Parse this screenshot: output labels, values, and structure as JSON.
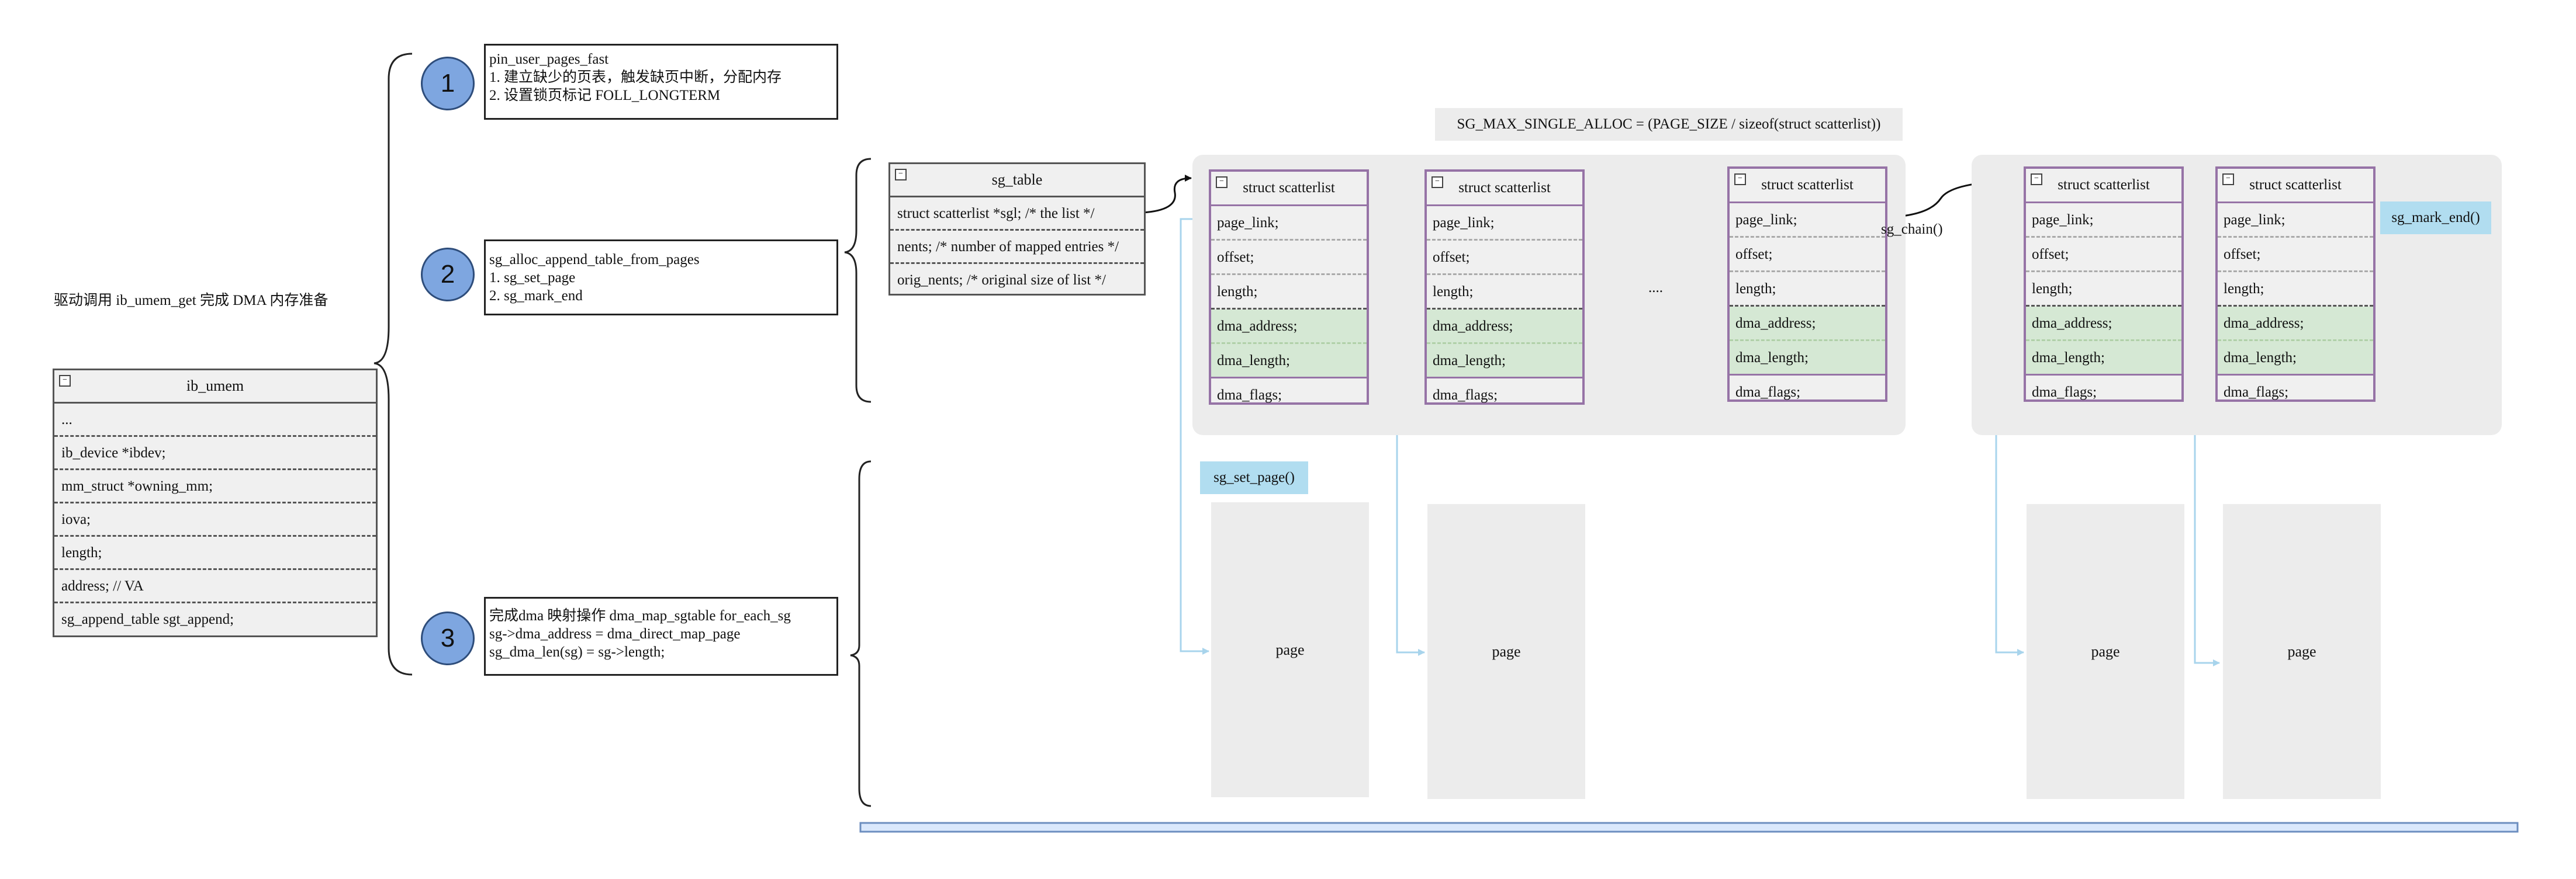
{
  "intro_label": "驱动调用 ib_umem_get 完成 DMA 内存准备",
  "ib_umem": {
    "title": "ib_umem",
    "rows": [
      "...",
      "ib_device *ibdev;",
      "mm_struct *owning_mm;",
      "iova;",
      "length;",
      "address; // VA",
      "sg_append_table sgt_append;"
    ]
  },
  "steps": [
    {
      "num": "1",
      "lines": [
        "pin_user_pages_fast",
        "1. 建立缺少的页表，触发缺页中断，分配内存",
        "2. 设置锁页标记 FOLL_LONGTERM"
      ]
    },
    {
      "num": "2",
      "lines": [
        "sg_alloc_append_table_from_pages",
        "1. sg_set_page",
        "2. sg_mark_end"
      ]
    },
    {
      "num": "3",
      "lines": [
        "完成dma 映射操作  dma_map_sgtable  for_each_sg",
        "sg->dma_address = dma_direct_map_page",
        "sg_dma_len(sg) = sg->length;"
      ]
    }
  ],
  "sg_table": {
    "title": "sg_table",
    "rows": [
      "struct scatterlist *sgl; /* the list */",
      "nents; /* number of mapped entries */",
      "orig_nents; /* original size of list */"
    ]
  },
  "sg_max_label": "SG_MAX_SINGLE_ALLOC = (PAGE_SIZE / sizeof(struct scatterlist))",
  "scatterlist_title": "struct scatterlist",
  "scatterlist_rows": [
    "page_link;",
    "offset;",
    "length;",
    "dma_address;",
    "dma_length;",
    "dma_flags;"
  ],
  "ellipsis": "....",
  "sg_chain_label": "sg_chain()",
  "sg_mark_end_label": "sg_mark_end()",
  "sg_set_page_label": "sg_set_page()",
  "page_label": "page",
  "colors": {
    "circle_fill": "#7ea6e0",
    "scatterlist_border": "#9673a6",
    "dma_rows": "#d5e8d4",
    "highlight_label": "#b1ddf0",
    "group_bg": "#ececec",
    "arrow_blue": "#a8d4ec"
  }
}
